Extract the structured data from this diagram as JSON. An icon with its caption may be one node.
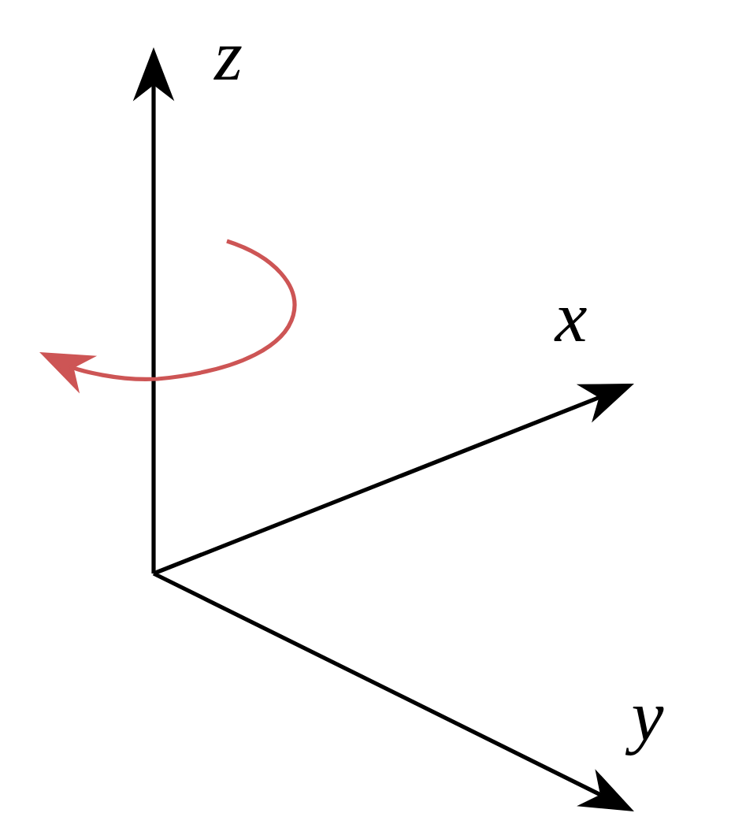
{
  "diagram": {
    "labels": [
      "z",
      "x",
      "y"
    ]
  }
}
